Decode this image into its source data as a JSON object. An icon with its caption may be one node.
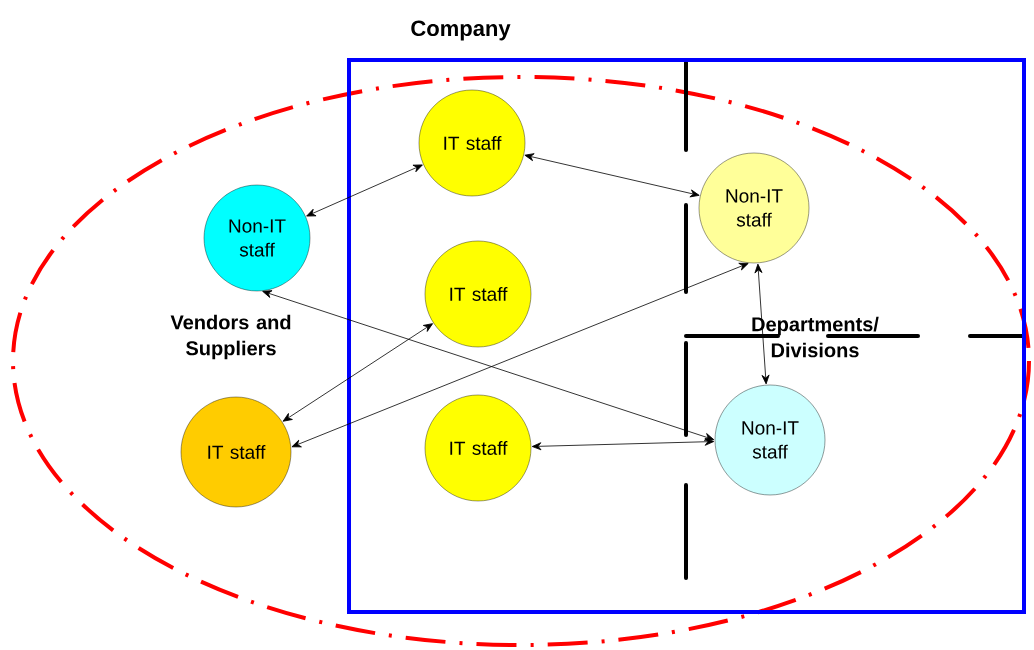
{
  "diagram": {
    "nodes": [
      {
        "text": [
          "Company"
        ]
      },
      {
        "text": [
          "Non-IT staff"
        ]
      },
      {
        "text": [
          "IT staff"
        ],
        "in": 0
      },
      {
        "text": [
          "IT staff"
        ],
        "in": 0
      },
      {
        "text": [
          "IT staff"
        ]
      },
      {
        "text": [
          "IT staff"
        ],
        "in": 0
      },
      {
        "text": [
          "Non-IT staff"
        ],
        "in": 0
      },
      {
        "text": [
          "Non-IT staff"
        ],
        "in": 0
      }
    ],
    "edges": [
      {
        "from": 1,
        "to": 2,
        "arrow": "both"
      },
      {
        "from": 2,
        "to": 6,
        "arrow": "both"
      },
      {
        "from": 1,
        "to": 7,
        "arrow": "both"
      },
      {
        "from": 3,
        "to": 4,
        "arrow": "both"
      },
      {
        "from": 4,
        "to": 6,
        "arrow": "both"
      },
      {
        "from": 5,
        "to": 7,
        "arrow": "both"
      },
      {
        "from": 6,
        "to": 7,
        "arrow": "both"
      }
    ],
    "labels": [
      "Vendors and Suppliers",
      "Departments/ Divisions"
    ]
  }
}
